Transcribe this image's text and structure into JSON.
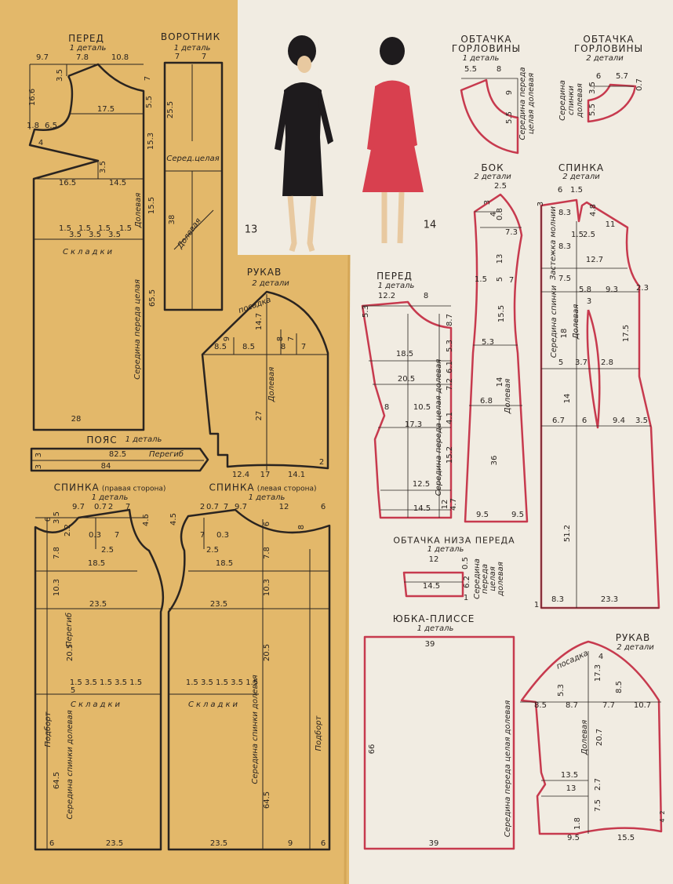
{
  "colors": {
    "paper_yellow": "#e3b86a",
    "paper_white": "#f1ece2",
    "ink": "#2a2420",
    "red": "#c73a4e"
  },
  "figures": {
    "a": "13",
    "b": "14"
  },
  "pered_left": {
    "title": "ПЕРЕД",
    "sub": "1 деталь",
    "d": [
      "9.7",
      "7.8",
      "10.8",
      "3.5",
      "16.6",
      "17.5",
      "7",
      "5.5",
      "1.8",
      "6.5",
      "4",
      "15.3",
      "3.5",
      "16.5",
      "14.5",
      "15.5",
      "Долевая",
      "1.5",
      "3.5",
      "1.5",
      "3.5",
      "1.5",
      "3.5",
      "1.5",
      "Складки",
      "Середина переда целая",
      "65.5",
      "28"
    ]
  },
  "vorotnik": {
    "title": "ВОРОТНИК",
    "sub": "1 деталь",
    "d": [
      "7",
      "7",
      "25.5",
      "Серед.целая",
      "38",
      "Долевая"
    ]
  },
  "rukav_left": {
    "title": "РУКАВ",
    "sub": "2 детали",
    "d": [
      "посадка",
      "14.7",
      "9",
      "8",
      "7",
      "8.5",
      "8.5",
      "8",
      "7",
      "27",
      "Долевая",
      "12.4",
      "17",
      "14.1",
      "2"
    ]
  },
  "poyas": {
    "title": "ПОЯС",
    "sub": "1 деталь",
    "d": [
      "3",
      "3",
      "82.5",
      "Перегиб",
      "84"
    ]
  },
  "spinka_right": {
    "title": "СПИНКА",
    "sub_paren": "(правая сторона)",
    "sub": "1 деталь",
    "d": [
      "9.7",
      "0.7",
      "2",
      "7",
      "6",
      "3.5",
      "4.5",
      "2.2",
      "0.3",
      "7",
      "2.5",
      "7.8",
      "18.5",
      "10.3",
      "23.5",
      "Перегиб",
      "20.5",
      "1.5 3.5 1.5 3.5 1.5",
      "5",
      "Складки",
      "Подборт",
      "64.5",
      "Середина спинки долевая",
      "6",
      "23.5"
    ]
  },
  "spinka_left": {
    "title": "СПИНКА",
    "sub_paren": "(левая сторона)",
    "sub": "1 деталь",
    "d": [
      "4.5",
      "2",
      "0.7",
      "7",
      "9.7",
      "12",
      "6",
      "6",
      "8",
      "7",
      "0.3",
      "2.5",
      "7.8",
      "18.5",
      "10.3",
      "23.5",
      "20.5",
      "Середина спинки долевая",
      "1.5 3.5 1.5 3.5 1.5",
      "Складки",
      "64.5",
      "Подборт",
      "23.5",
      "9",
      "6"
    ]
  },
  "obtachka1": {
    "title1": "ОБТАЧКА",
    "title2": "ГОРЛОВИНЫ",
    "sub": "1 деталь",
    "d": [
      "5.5",
      "8",
      "9",
      "5.5",
      "Середина переда",
      "целая долевая"
    ]
  },
  "obtachka2": {
    "title1": "ОБТАЧКА",
    "title2": "ГОРЛОВИНЫ",
    "sub": "2 детали",
    "d": [
      "6",
      "5.7",
      "0.7",
      "3.5",
      "5.5",
      "Середина",
      "спинки",
      "долевая"
    ]
  },
  "bok": {
    "title": "БОК",
    "sub": "2 детали",
    "d": [
      "2.5",
      "3",
      "4",
      "0.8",
      "7.3",
      "1.5",
      "13",
      "5",
      "7",
      "15.5",
      "5.3",
      "14",
      "6.8",
      "Долевая",
      "36",
      "9.5",
      "9.5"
    ]
  },
  "spinka2": {
    "title": "СПИНКА",
    "sub": "2 детали",
    "d": [
      "6",
      "1.5",
      "3",
      "8.3",
      "4.8",
      "1.5",
      "2.5",
      "11",
      "8.3",
      "12.7",
      "Застежка молнии",
      "7.5",
      "5.8",
      "9.3",
      "2.3",
      "18",
      "Середина спинки",
      "3",
      "Долевая",
      "17.5",
      "5",
      "3.7",
      "2.8",
      "14",
      "6.7",
      "6",
      "9.4",
      "3.5",
      "51.2",
      "1",
      "8.3",
      "23.3"
    ]
  },
  "pered_right": {
    "title": "ПЕРЕД",
    "sub": "1 деталь",
    "d": [
      "12.2",
      "8",
      "5.3",
      "8.7",
      "18.5",
      "5.3",
      "6.1",
      "20.5",
      "7.2",
      "8",
      "10.5",
      "17.3",
      "4.1",
      "Середина переда целая долевая",
      "15.2",
      "12.5",
      "14.5",
      "12",
      "4.7"
    ]
  },
  "obtachka_niza": {
    "title": "ОБТАЧКА НИЗА ПЕРЕДА",
    "sub": "1 деталь",
    "d": [
      "12",
      "0.5",
      "14.5",
      "6.2",
      "1",
      "Середина",
      "переда",
      "целая",
      "долевая"
    ]
  },
  "yubka": {
    "title": "ЮБКА-ПЛИССЕ",
    "sub": "1 деталь",
    "d": [
      "39",
      "66",
      "39",
      "Середина переда целая долевая"
    ]
  },
  "rukav_right": {
    "title": "РУКАВ",
    "sub": "2 детали",
    "d": [
      "посадка",
      "4",
      "5.3",
      "17.3",
      "8.5",
      "8.5",
      "8.7",
      "7.7",
      "10.7",
      "Долевая",
      "20.7",
      "13.5",
      "2.7",
      "13",
      "7.5",
      "1.8",
      "9.5",
      "15.5",
      "2",
      "4"
    ]
  }
}
